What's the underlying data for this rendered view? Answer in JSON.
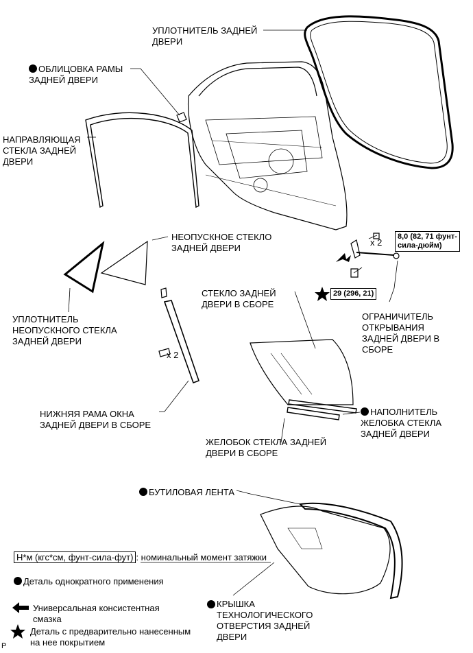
{
  "labels": {
    "weatherstrip": "УПЛОТНИТЕЛЬ ЗАДНЕЙ\nДВЕРИ",
    "frame_garnish": "ОБЛИЦОВКА РАМЫ\nЗАДНЕЙ ДВЕРИ",
    "glass_run": "НАПРАВЛЯЮЩАЯ\nСТЕКЛА ЗАДНЕЙ\nДВЕРИ",
    "quarter_glass": "НЕОПУСКНОЕ СТЕКЛО\nЗАДНЕЙ ДВЕРИ",
    "quarter_weatherstrip": "УПЛОТНИТЕЛЬ\nНЕОПУСКНОГО СТЕКЛА\nЗАДНЕЙ ДВЕРИ",
    "glass_sub": "СТЕКЛО ЗАДНЕЙ\nДВЕРИ В СБОРЕ",
    "check_sub": "ОГРАНИЧИТЕЛЬ\nОТКРЫВАНИЯ\nЗАДНЕЙ ДВЕРИ В\nСБОРЕ",
    "lower_frame": "НИЖНЯЯ РАМА ОКНА\nЗАДНЕЙ ДВЕРИ В СБОРЕ",
    "channel_filler": "НАПОЛНИТЕЛЬ\nЖЕЛОБКА СТЕКЛА\nЗАДНЕЙ ДВЕРИ",
    "run_channel": "ЖЕЛОБОК СТЕКЛА ЗАДНЕЙ\nДВЕРИ В СБОРЕ",
    "butyl_tape": "БУТИЛОВАЯ ЛЕНТА",
    "hole_cover": "КРЫШКА\nТЕХНОЛОГИЧЕСКОГО\nОТВЕРСТИЯ ЗАДНЕЙ\nДВЕРИ"
  },
  "torques": {
    "nut": "8,0 (82, 71 фунт-\nсила-дюйм)",
    "bolt": "29 (296, 21)"
  },
  "multipliers": {
    "check_bolts": "x 2",
    "frame_screws": "x 2"
  },
  "legend": {
    "torque_format": "Н*м (кгс*см, фунт-сила-фут)",
    "torque_desc": ": номинальный момент затяжки",
    "non_reusable": "Деталь однократного применения",
    "grease": "Универсальная консистентная\nсмазка",
    "precoated": "Деталь с предварительно нанесенным\nна нее покрытием"
  },
  "footer_letter": "P"
}
